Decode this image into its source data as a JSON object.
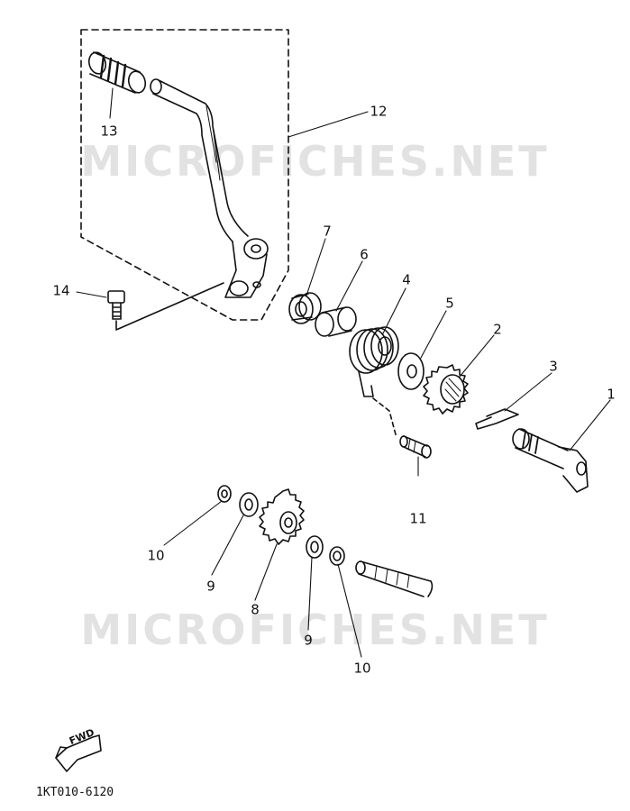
{
  "watermarks": [
    "MICROFICHES.NET",
    "MICROFICHES.NET"
  ],
  "figure_code": "1KT010-6120",
  "fwd_label": "FWD",
  "callouts": {
    "p1": "1",
    "p2": "2",
    "p3": "3",
    "p4": "4",
    "p5": "5",
    "p6": "6",
    "p7": "7",
    "p8": "8",
    "p9a": "9",
    "p9b": "9",
    "p10a": "10",
    "p10b": "10",
    "p11": "11",
    "p12": "12",
    "p13": "13",
    "p14": "14"
  }
}
